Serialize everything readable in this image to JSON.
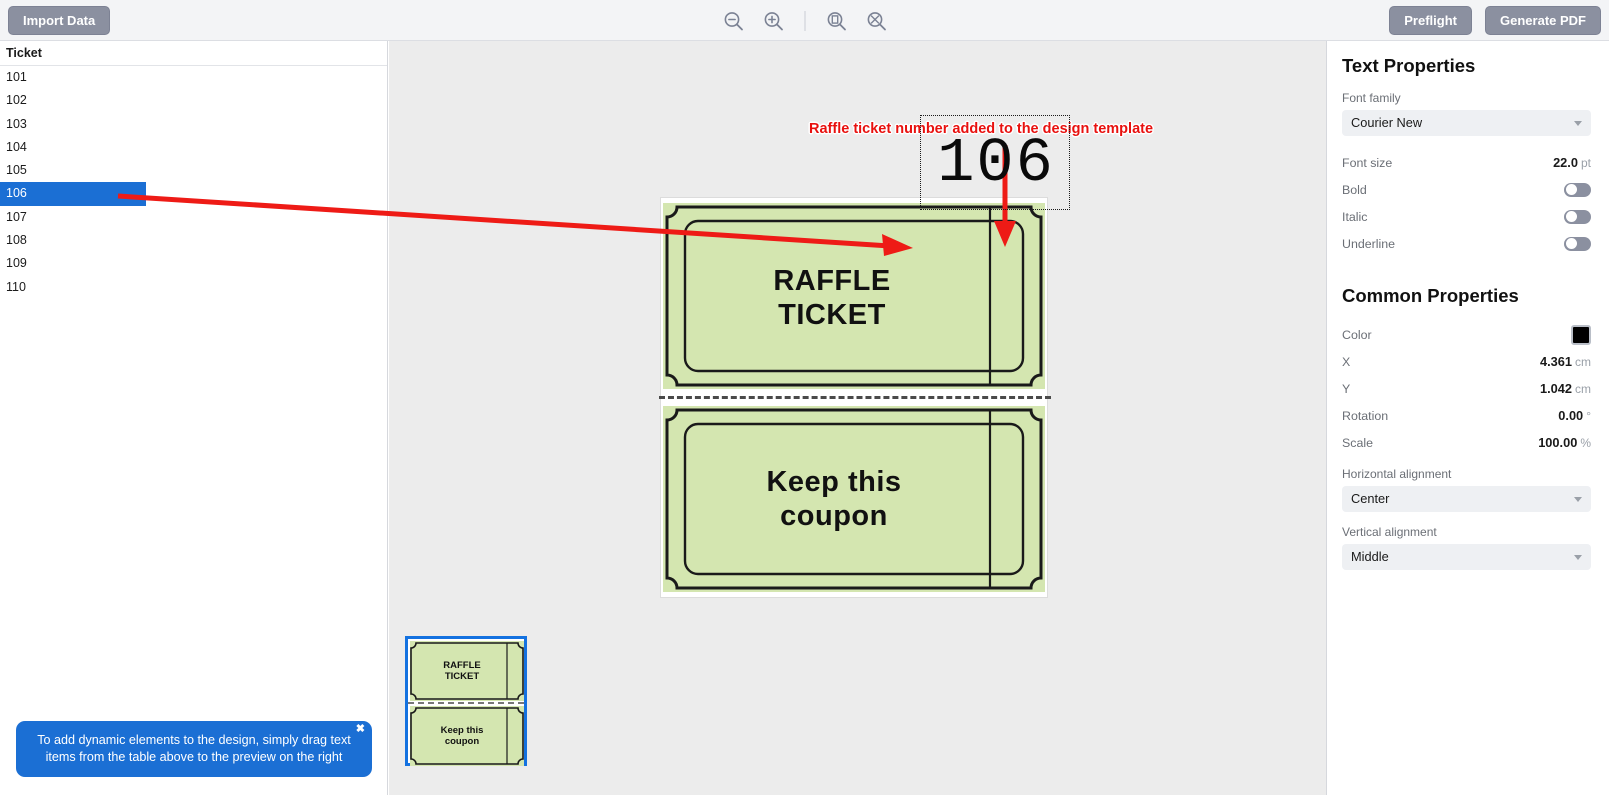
{
  "toolbar": {
    "import_label": "Import Data",
    "preflight_label": "Preflight",
    "generate_pdf_label": "Generate PDF",
    "icons": [
      "zoom-out-icon",
      "zoom-in-icon",
      "zoom-fit-page-icon",
      "zoom-reset-icon"
    ]
  },
  "table": {
    "header": "Ticket",
    "rows": [
      "101",
      "102",
      "103",
      "104",
      "105",
      "106",
      "107",
      "108",
      "109",
      "110"
    ],
    "selected_index": 5,
    "selected_value": "106"
  },
  "notice": {
    "text": "To add dynamic elements to the design, simply drag text items from the table above to the preview on the right",
    "close_label": "✖"
  },
  "annotation": {
    "text": "Raffle ticket number added to the design template",
    "color": "#e8110f"
  },
  "design": {
    "ticket_top_line1": "RAFFLE",
    "ticket_top_line2": "TICKET",
    "ticket_bottom_line1": "Keep this",
    "ticket_bottom_line2": "coupon",
    "dynamic_field_value": "106",
    "ticket_fill": "#d4e6b0",
    "ticket_stroke": "#1a1a1a"
  },
  "thumbnail": {
    "top_line1": "RAFFLE",
    "top_line2": "TICKET",
    "bottom_line1": "Keep this",
    "bottom_line2": "coupon",
    "selected": true,
    "selection_color": "#1472e0"
  },
  "right_panel": {
    "text_properties_title": "Text Properties",
    "common_properties_title": "Common Properties",
    "font_family_label": "Font family",
    "font_family_value": "Courier New",
    "font_size_label": "Font size",
    "font_size_value": "22.0",
    "font_size_unit": "pt",
    "bold_label": "Bold",
    "bold_value": false,
    "italic_label": "Italic",
    "italic_value": false,
    "underline_label": "Underline",
    "underline_value": false,
    "color_label": "Color",
    "color_value": "#000000",
    "x_label": "X",
    "x_value": "4.361",
    "x_unit": "cm",
    "y_label": "Y",
    "y_value": "1.042",
    "y_unit": "cm",
    "rotation_label": "Rotation",
    "rotation_value": "0.00",
    "rotation_unit": "°",
    "scale_label": "Scale",
    "scale_value": "100.00",
    "scale_unit": "%",
    "halign_label": "Horizontal alignment",
    "halign_value": "Center",
    "valign_label": "Vertical alignment",
    "valign_value": "Middle"
  }
}
